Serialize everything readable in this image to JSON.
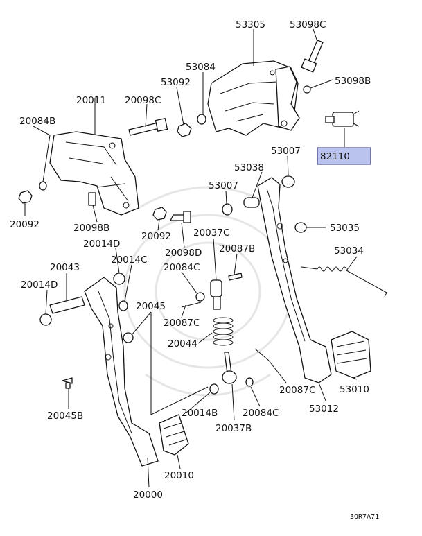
{
  "diagram": {
    "drawing_code": "3QR7A71",
    "highlighted_part": "82110",
    "labels": {
      "53305": "53305",
      "53098C": "53098C",
      "53084": "53084",
      "53092": "53092",
      "53098B": "53098B",
      "20011": "20011",
      "20098C": "20098C",
      "20084B": "20084B",
      "82110": "82110",
      "53007_top": "53007",
      "53038": "53038",
      "53007_mid": "53007",
      "20092_left": "20092",
      "20098B": "20098B",
      "20092_mid": "20092",
      "20037C": "20037C",
      "53035": "53035",
      "20014D_top": "20014D",
      "20098D": "20098D",
      "20087B": "20087B",
      "53034": "53034",
      "20043": "20043",
      "20014C": "20014C",
      "20084C_top": "20084C",
      "20014D_left": "20014D",
      "20045": "20045",
      "20087C_mid": "20087C",
      "20044": "20044",
      "20087C_right": "20087C",
      "53010": "53010",
      "53012": "53012",
      "20045B": "20045B",
      "20014B": "20014B",
      "20084C_bot": "20084C",
      "20037B": "20037B",
      "20010": "20010",
      "20000": "20000"
    }
  }
}
